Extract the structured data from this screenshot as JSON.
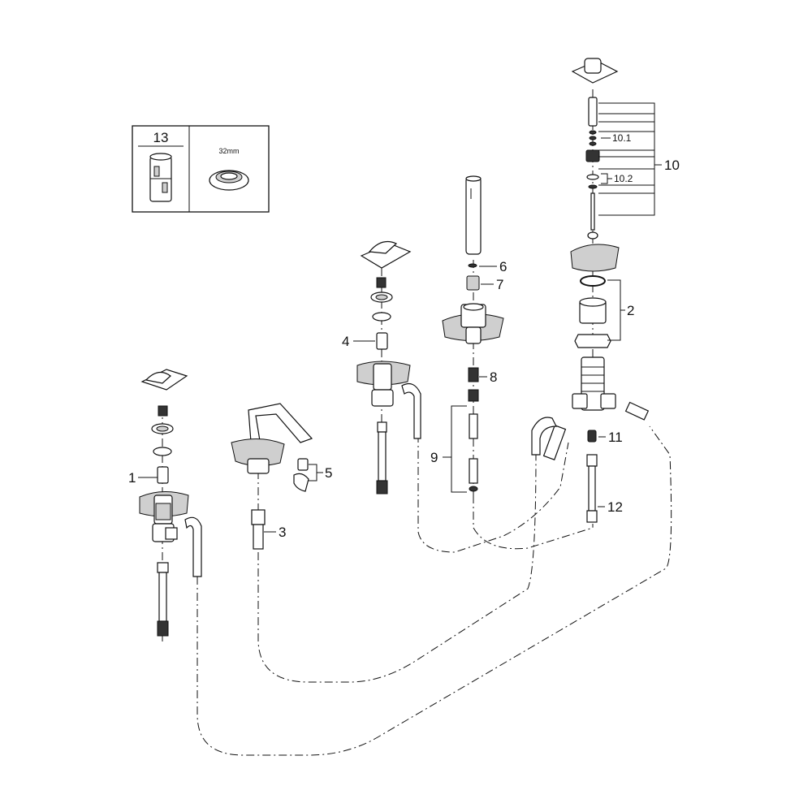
{
  "inset": {
    "title": "13",
    "size_label": "32mm"
  },
  "callouts": {
    "c1": "1",
    "c2": "2",
    "c3": "3",
    "c4": "4",
    "c5": "5",
    "c6": "6",
    "c7": "7",
    "c8": "8",
    "c9": "9",
    "c10": "10",
    "c10_1": "10.1",
    "c10_2": "10.2",
    "c11": "11",
    "c12": "12"
  }
}
